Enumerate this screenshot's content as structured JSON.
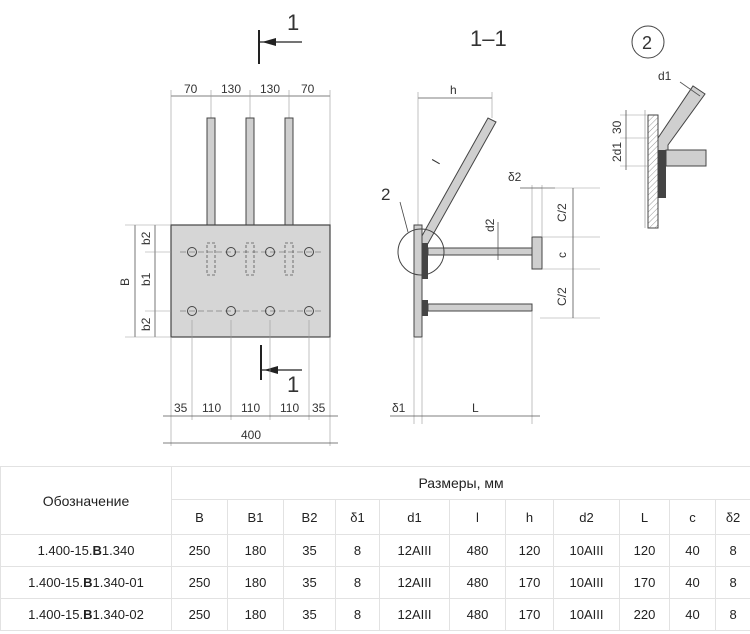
{
  "drawing": {
    "section_mark": "1",
    "section_title": "1–1",
    "detail_mark": "2",
    "callout_mark": "2",
    "top_dims": [
      "70",
      "130",
      "130",
      "70"
    ],
    "bottom_dims": [
      "35",
      "110",
      "110",
      "110",
      "35"
    ],
    "total_width": "400",
    "left_labels": {
      "B": "B",
      "b1": "b1",
      "b2_top": "b2",
      "b2_bottom": "b2"
    },
    "section_labels": {
      "h": "h",
      "l": "l",
      "delta2": "δ2",
      "d2": "d2",
      "c_half_top": "C/2",
      "c": "c",
      "c_half_bottom": "C/2",
      "delta1": "δ1",
      "L": "L"
    },
    "detail_labels": {
      "d1": "d1",
      "dim_30": "30",
      "dim_2d1": "2d1"
    }
  },
  "table": {
    "designation_header": "Обозначение",
    "sizes_header": "Размеры, мм",
    "columns": [
      "B",
      "B1",
      "B2",
      "δ1",
      "d1",
      "l",
      "h",
      "d2",
      "L",
      "c",
      "δ2"
    ],
    "rows": [
      {
        "prefix": "1.400-15.",
        "bold": "В",
        "suffix": "1.340",
        "values": [
          "250",
          "180",
          "35",
          "8",
          "12AIII",
          "480",
          "120",
          "10AIII",
          "120",
          "40",
          "8"
        ]
      },
      {
        "prefix": "1.400-15.",
        "bold": "В",
        "suffix": "1.340-01",
        "values": [
          "250",
          "180",
          "35",
          "8",
          "12AIII",
          "480",
          "170",
          "10AIII",
          "170",
          "40",
          "8"
        ]
      },
      {
        "prefix": "1.400-15.",
        "bold": "В",
        "suffix": "1.340-02",
        "values": [
          "250",
          "180",
          "35",
          "8",
          "12AIII",
          "480",
          "170",
          "10AIII",
          "220",
          "40",
          "8"
        ]
      }
    ]
  }
}
